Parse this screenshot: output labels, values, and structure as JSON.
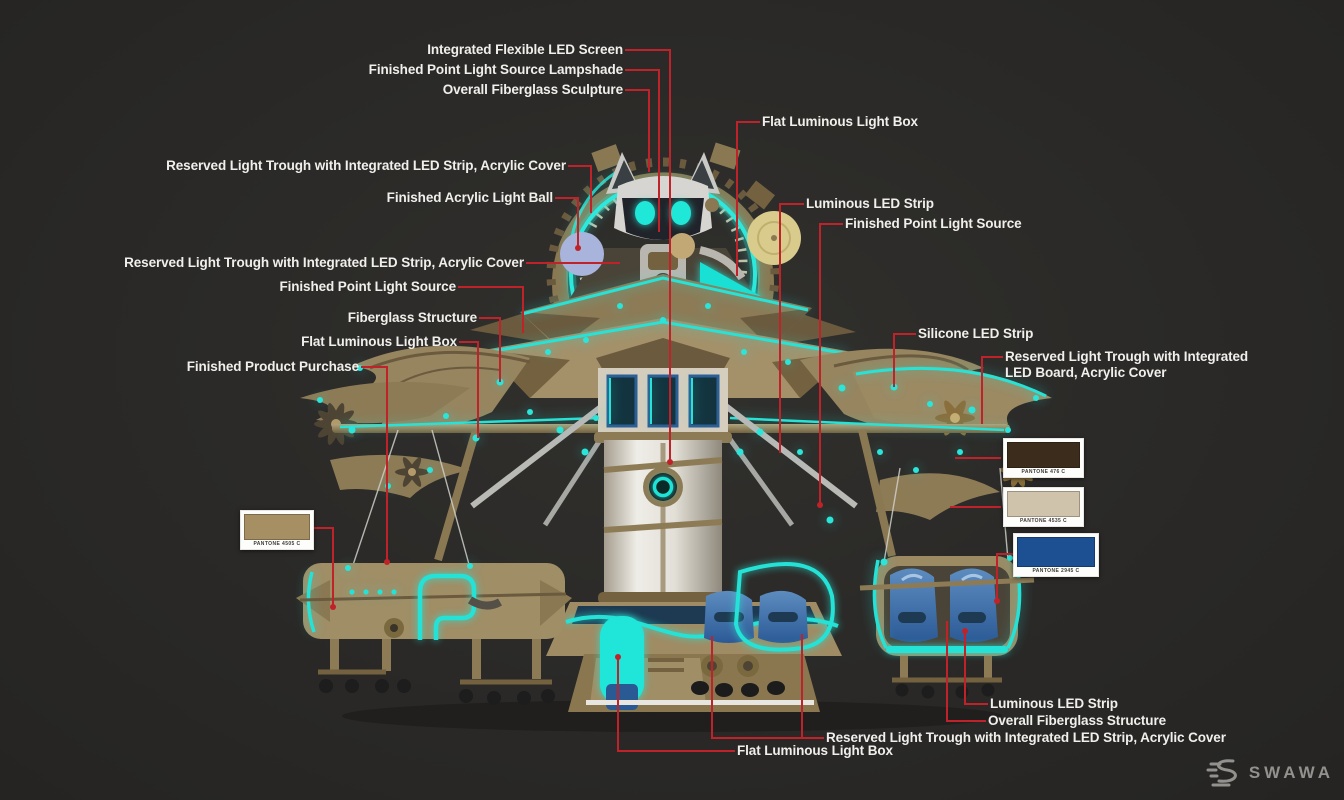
{
  "colors": {
    "background": "#2b2a28",
    "leader_line": "#bf2329",
    "label_text": "#f1efec",
    "neon_accent": "#28e2d6",
    "logo_gray": "#93918e"
  },
  "annotations": [
    {
      "id": "integrated-flexible-led-screen",
      "text": "Integrated Flexible LED Screen"
    },
    {
      "id": "finished-point-light-source-lampshade",
      "text": "Finished Point Light Source Lampshade"
    },
    {
      "id": "overall-fiberglass-sculpture",
      "text": "Overall Fiberglass Sculpture"
    },
    {
      "id": "reserved-light-trough-led-strip-upper",
      "text": "Reserved Light Trough with Integrated LED Strip, Acrylic Cover"
    },
    {
      "id": "finished-acrylic-light-ball",
      "text": "Finished Acrylic Light Ball"
    },
    {
      "id": "reserved-light-trough-led-strip-mid",
      "text": "Reserved Light Trough with Integrated LED Strip, Acrylic Cover"
    },
    {
      "id": "finished-point-light-source-left",
      "text": "Finished Point Light Source"
    },
    {
      "id": "fiberglass-structure",
      "text": "Fiberglass Structure"
    },
    {
      "id": "flat-luminous-light-box-left",
      "text": "Flat Luminous Light Box"
    },
    {
      "id": "finished-product-purchase",
      "text": "Finished Product Purchase"
    },
    {
      "id": "flat-luminous-light-box-right",
      "text": "Flat Luminous Light Box"
    },
    {
      "id": "luminous-led-strip-right",
      "text": "Luminous LED Strip"
    },
    {
      "id": "finished-point-light-source-right",
      "text": "Finished Point Light Source"
    },
    {
      "id": "silicone-led-strip",
      "text": "Silicone LED Strip"
    },
    {
      "id": "reserved-light-trough-led-board",
      "text": "Reserved Light Trough with Integrated LED Board, Acrylic Cover"
    },
    {
      "id": "luminous-led-strip-bottom",
      "text": "Luminous LED Strip"
    },
    {
      "id": "overall-fiberglass-structure",
      "text": "Overall Fiberglass Structure"
    },
    {
      "id": "reserved-light-trough-led-strip-bottom",
      "text": "Reserved Light Trough with Integrated LED Strip, Acrylic Cover"
    },
    {
      "id": "flat-luminous-light-box-bottom",
      "text": "Flat Luminous Light Box"
    }
  ],
  "swatches": [
    {
      "caption": "PANTONE 4505 C",
      "color": "#a68f63"
    },
    {
      "caption": "PANTONE 476 C",
      "color": "#3c2c1c"
    },
    {
      "caption": "PANTONE 4535 C",
      "color": "#cfc3ab"
    },
    {
      "caption": "PANTONE 2945 C",
      "color": "#1d4f93"
    }
  ],
  "logo": {
    "brand": "SWAWA"
  }
}
